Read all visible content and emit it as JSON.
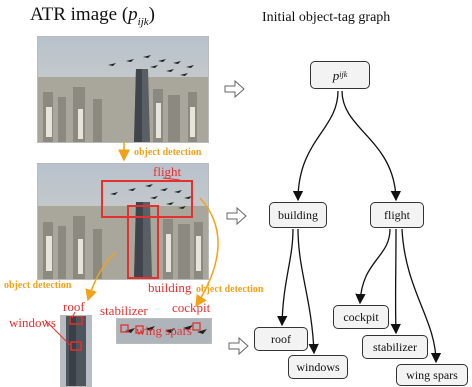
{
  "left_title": {
    "text": "ATR image (",
    "symbol": "p",
    "subscript": "ijk",
    "close": ")"
  },
  "right_title": "Initial object-tag graph",
  "annotations": {
    "object_detection_1": "object detection",
    "object_detection_2": "object detection",
    "object_detection_3": "object detection",
    "flight": "flight",
    "building": "building",
    "roof": "roof",
    "windows": "windows",
    "stabilizer": "stabilizer",
    "cockpit": "cockpit",
    "wing_spars": "wing spars"
  },
  "graph": {
    "root": {
      "symbol": "p",
      "subscript": "ijk"
    },
    "building": "building",
    "flight": "flight",
    "roof": "roof",
    "windows": "windows",
    "cockpit": "cockpit",
    "stabilizer": "stabilizer",
    "wing_spars": "wing spars"
  },
  "colors": {
    "annotation_red": "#e53030",
    "detection_orange": "#f0a318",
    "node_fill": "#f3f3f3"
  }
}
